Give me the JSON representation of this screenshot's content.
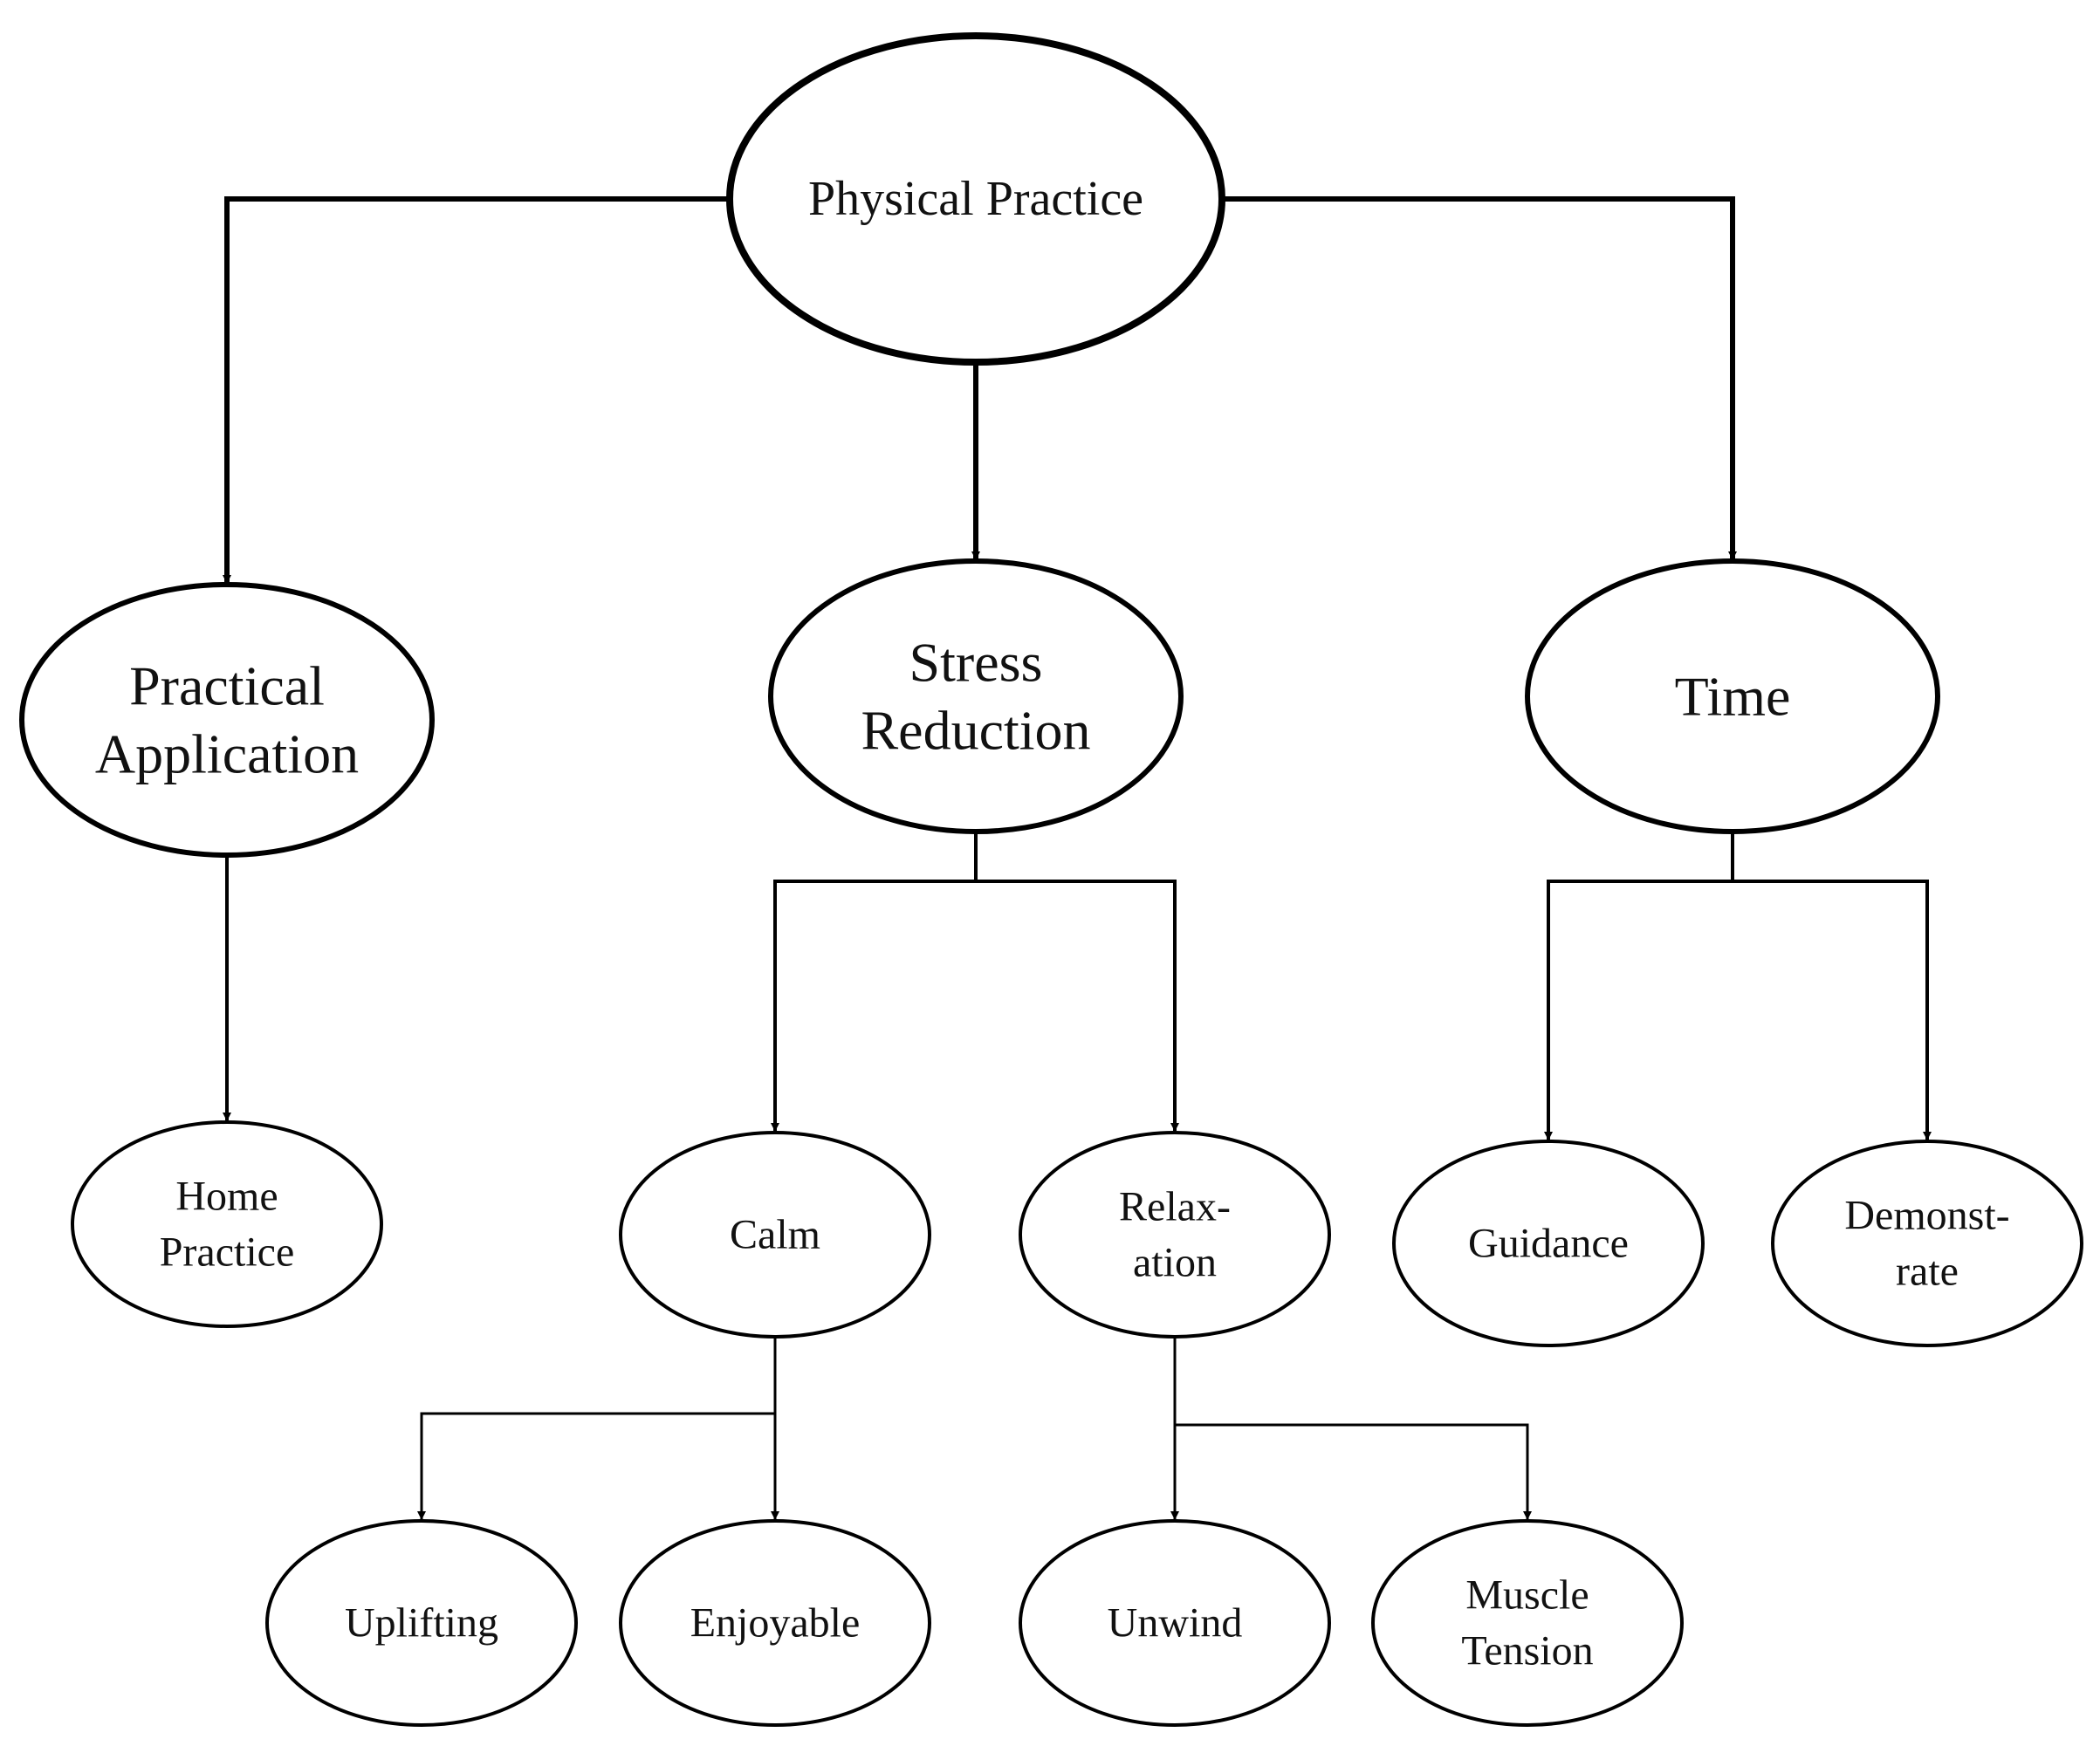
{
  "diagram": {
    "type": "tree",
    "nodes": [
      {
        "id": "physical-practice",
        "lines": [
          "Physical Practice"
        ]
      },
      {
        "id": "practical-application",
        "lines": [
          "Practical",
          "Application"
        ]
      },
      {
        "id": "stress-reduction",
        "lines": [
          "Stress",
          "Reduction"
        ]
      },
      {
        "id": "time",
        "lines": [
          "Time"
        ]
      },
      {
        "id": "home-practice",
        "lines": [
          "Home",
          "Practice"
        ]
      },
      {
        "id": "calm",
        "lines": [
          "Calm"
        ]
      },
      {
        "id": "relaxation",
        "lines": [
          "Relax-",
          "ation"
        ]
      },
      {
        "id": "guidance",
        "lines": [
          "Guidance"
        ]
      },
      {
        "id": "demonstrate",
        "lines": [
          "Demonst-",
          "rate"
        ]
      },
      {
        "id": "uplifting",
        "lines": [
          "Uplifting"
        ]
      },
      {
        "id": "enjoyable",
        "lines": [
          "Enjoyable"
        ]
      },
      {
        "id": "unwind",
        "lines": [
          "Unwind"
        ]
      },
      {
        "id": "muscle-tension",
        "lines": [
          "Muscle",
          "Tension"
        ]
      }
    ],
    "edges": [
      {
        "from": "physical-practice",
        "to": "practical-application"
      },
      {
        "from": "physical-practice",
        "to": "stress-reduction"
      },
      {
        "from": "physical-practice",
        "to": "time"
      },
      {
        "from": "practical-application",
        "to": "home-practice"
      },
      {
        "from": "stress-reduction",
        "to": "calm"
      },
      {
        "from": "stress-reduction",
        "to": "relaxation"
      },
      {
        "from": "time",
        "to": "guidance"
      },
      {
        "from": "time",
        "to": "demonstrate"
      },
      {
        "from": "calm",
        "to": "uplifting"
      },
      {
        "from": "calm",
        "to": "enjoyable"
      },
      {
        "from": "relaxation",
        "to": "unwind"
      },
      {
        "from": "relaxation",
        "to": "muscle-tension"
      }
    ]
  }
}
